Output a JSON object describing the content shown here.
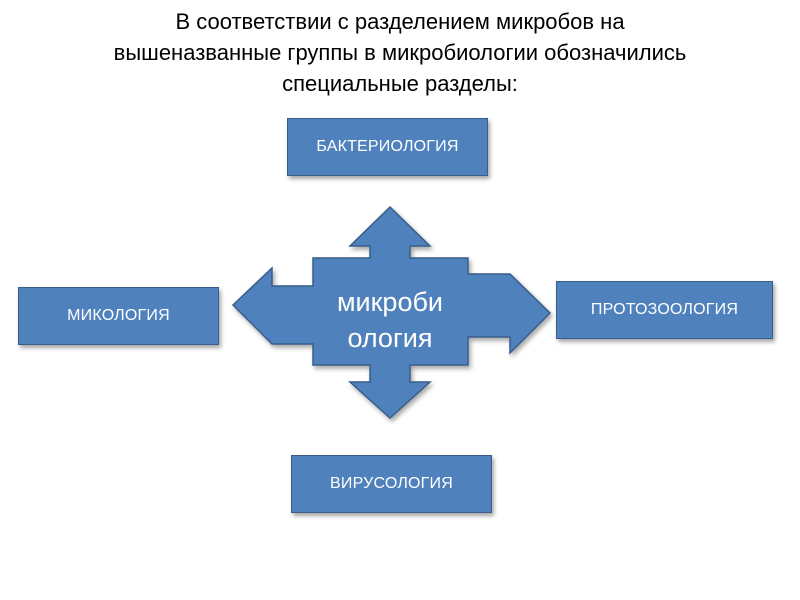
{
  "slide": {
    "title_lines": [
      "В соответствии с разделением микробов на",
      "вышеназванные группы в микробиологии обозначились",
      "специальные разделы:"
    ]
  },
  "diagram": {
    "center_lines": [
      "микроби",
      "ология"
    ],
    "boxes": {
      "top": "БАКТЕРИОЛОГИЯ",
      "left": "МИКОЛОГИЯ",
      "right": "ПРОТОЗООЛОГИЯ",
      "bottom": "ВИРУСОЛОГИЯ"
    },
    "colors": {
      "fill": "#4f81bd",
      "stroke": "#385d8a",
      "text": "#ffffff"
    }
  }
}
